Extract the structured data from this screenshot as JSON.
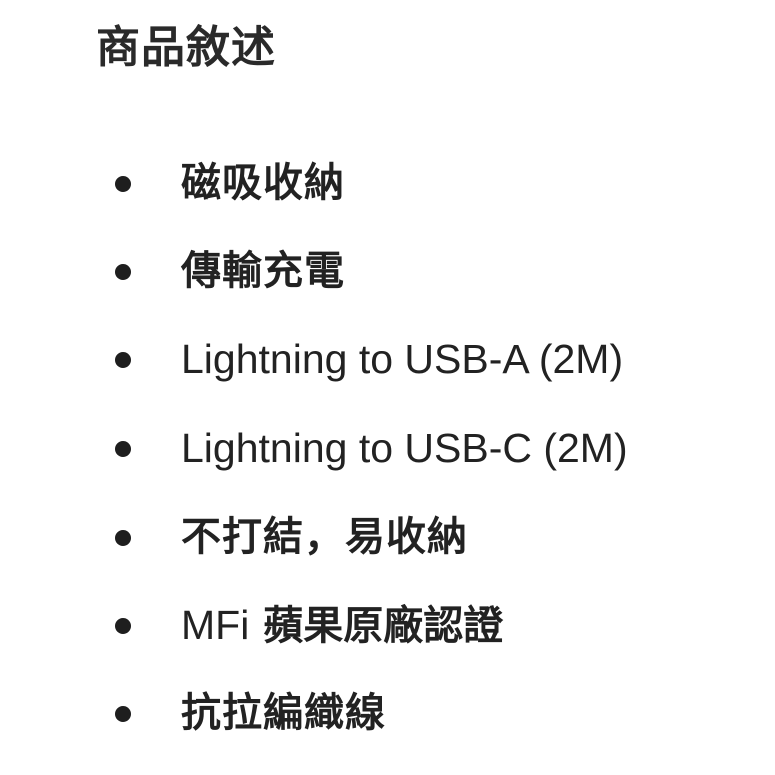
{
  "section": {
    "title": "商品敘述"
  },
  "features": {
    "items": [
      {
        "label": "磁吸收納"
      },
      {
        "label": "傳輸充電"
      },
      {
        "label": "Lightning to USB-A (2M)"
      },
      {
        "label": "Lightning to USB-C (2M)"
      },
      {
        "label": "不打結，易收納"
      },
      {
        "prefix": "MFi",
        "label": "蘋果原廠認證"
      },
      {
        "label": "抗拉編織線"
      }
    ]
  },
  "colors": {
    "text": "#222222",
    "bullet": "#1e1e1e",
    "background": "#ffffff"
  }
}
